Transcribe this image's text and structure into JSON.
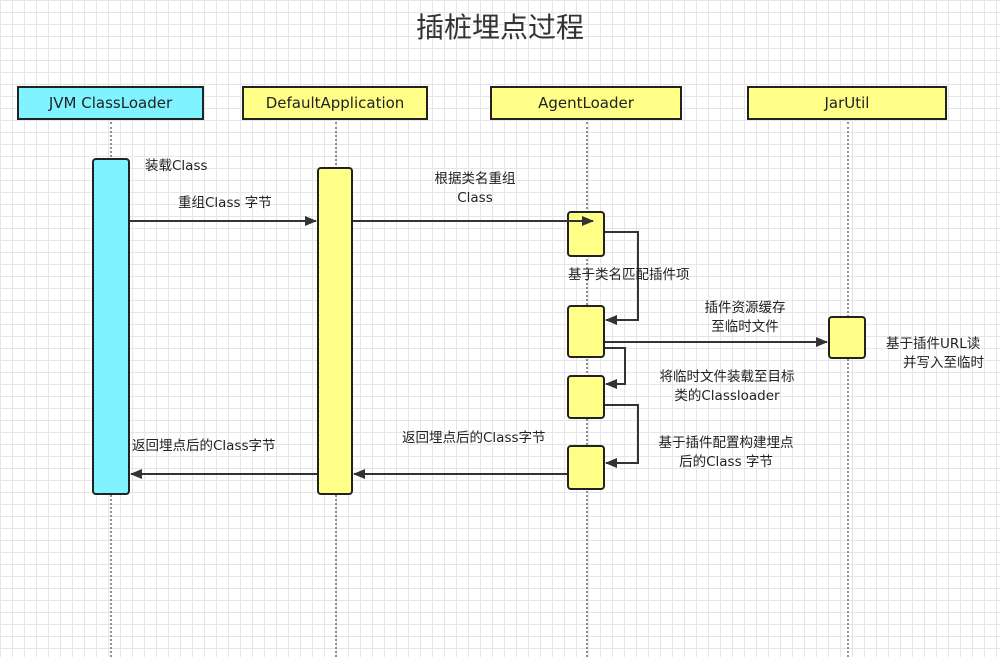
{
  "title": "插桩埋点过程",
  "participants": [
    {
      "name": "JVM ClassLoader"
    },
    {
      "name": "DefaultApplication"
    },
    {
      "name": "AgentLoader"
    },
    {
      "name": "JarUtil"
    }
  ],
  "messages": {
    "load_class": "装载Class",
    "rebuild_bytes": "重组Class 字节",
    "rebuild_by_name_l1": "根据类名重组",
    "rebuild_by_name_l2": "Class",
    "match_plugin": "基于类名匹配插件项",
    "cache_l1": "插件资源缓存",
    "cache_l2": "至临时文件",
    "url_l1": "基于插件URL读",
    "url_l2": "并写入至临时",
    "load_temp_l1": "将临时文件装载至目标",
    "load_temp_l2": "类的Classloader",
    "build_l1": "基于插件配置构建埋点",
    "build_l2": "后的Class 字节",
    "return_to_app": "返回埋点后的Class字节",
    "return_to_jvm": "返回埋点后的Class字节"
  },
  "colors": {
    "blue": "#7ff3ff",
    "yellow": "#ffff88",
    "line": "#333333"
  }
}
